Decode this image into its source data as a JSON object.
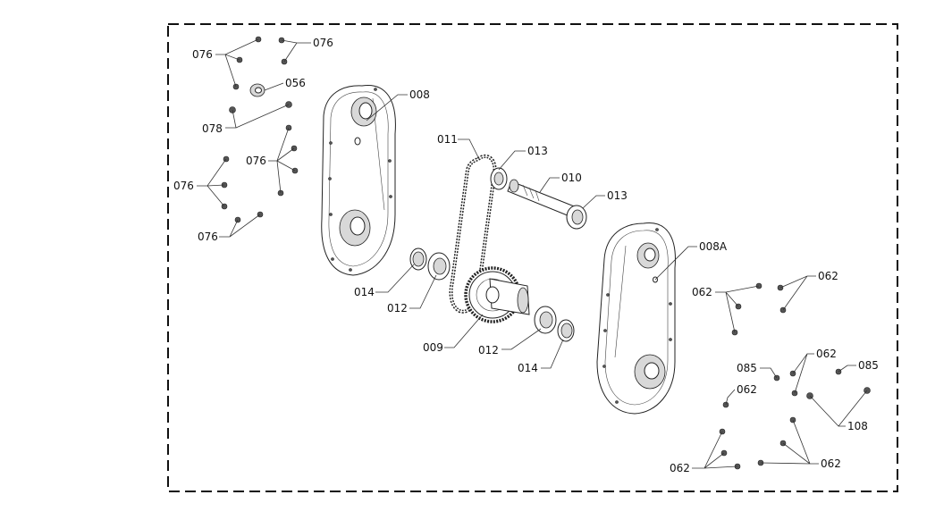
{
  "labels": {
    "c076_a": "076",
    "c076_b": "076",
    "c056": "056",
    "c078": "078",
    "c076_c": "076",
    "c076_d": "076",
    "c076_e": "076",
    "c008": "008",
    "c011": "011",
    "c013_a": "013",
    "c010": "010",
    "c013_b": "013",
    "c008a": "008A",
    "c014_a": "014",
    "c012_a": "012",
    "c009": "009",
    "c012_b": "012",
    "c014_b": "014",
    "c062_a": "062",
    "c062_b": "062",
    "c085_a": "085",
    "c062_c": "062",
    "c085_b": "085",
    "c062_d": "062",
    "c108": "108",
    "c062_e": "062",
    "c062_f": "062"
  }
}
